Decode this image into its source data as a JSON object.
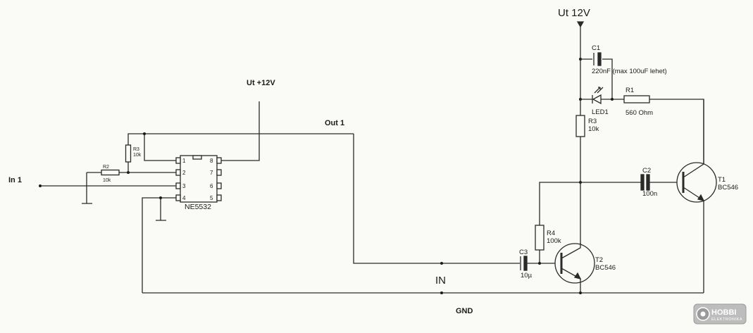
{
  "labels": {
    "in1": "In 1",
    "ut12v_left": "Ut +12V",
    "out1": "Out 1",
    "ut12v_right": "Ut 12V",
    "in": "IN",
    "gnd": "GND"
  },
  "ic": {
    "name": "NE5532",
    "pins": [
      "1",
      "2",
      "3",
      "4",
      "5",
      "6",
      "7",
      "8"
    ]
  },
  "components": {
    "r2": {
      "ref": "R2",
      "value": "10k"
    },
    "r3_left": {
      "ref": "R3",
      "value": "10k"
    },
    "c1": {
      "ref": "C1",
      "value": "220nF (max 100uF lehet)"
    },
    "led1": {
      "ref": "LED1"
    },
    "r1": {
      "ref": "R1",
      "value": "560 Ohm"
    },
    "r3": {
      "ref": "R3",
      "value": "10k"
    },
    "c2": {
      "ref": "C2",
      "value": "100n"
    },
    "t1": {
      "ref": "T1",
      "value": "BC546"
    },
    "r4": {
      "ref": "R4",
      "value": "100k"
    },
    "c3": {
      "ref": "C3",
      "value": "10µ"
    },
    "t2": {
      "ref": "T2",
      "value": "BC546"
    }
  },
  "logo": {
    "text": "HOBBI",
    "sub": "ELEKTRONIKA"
  }
}
